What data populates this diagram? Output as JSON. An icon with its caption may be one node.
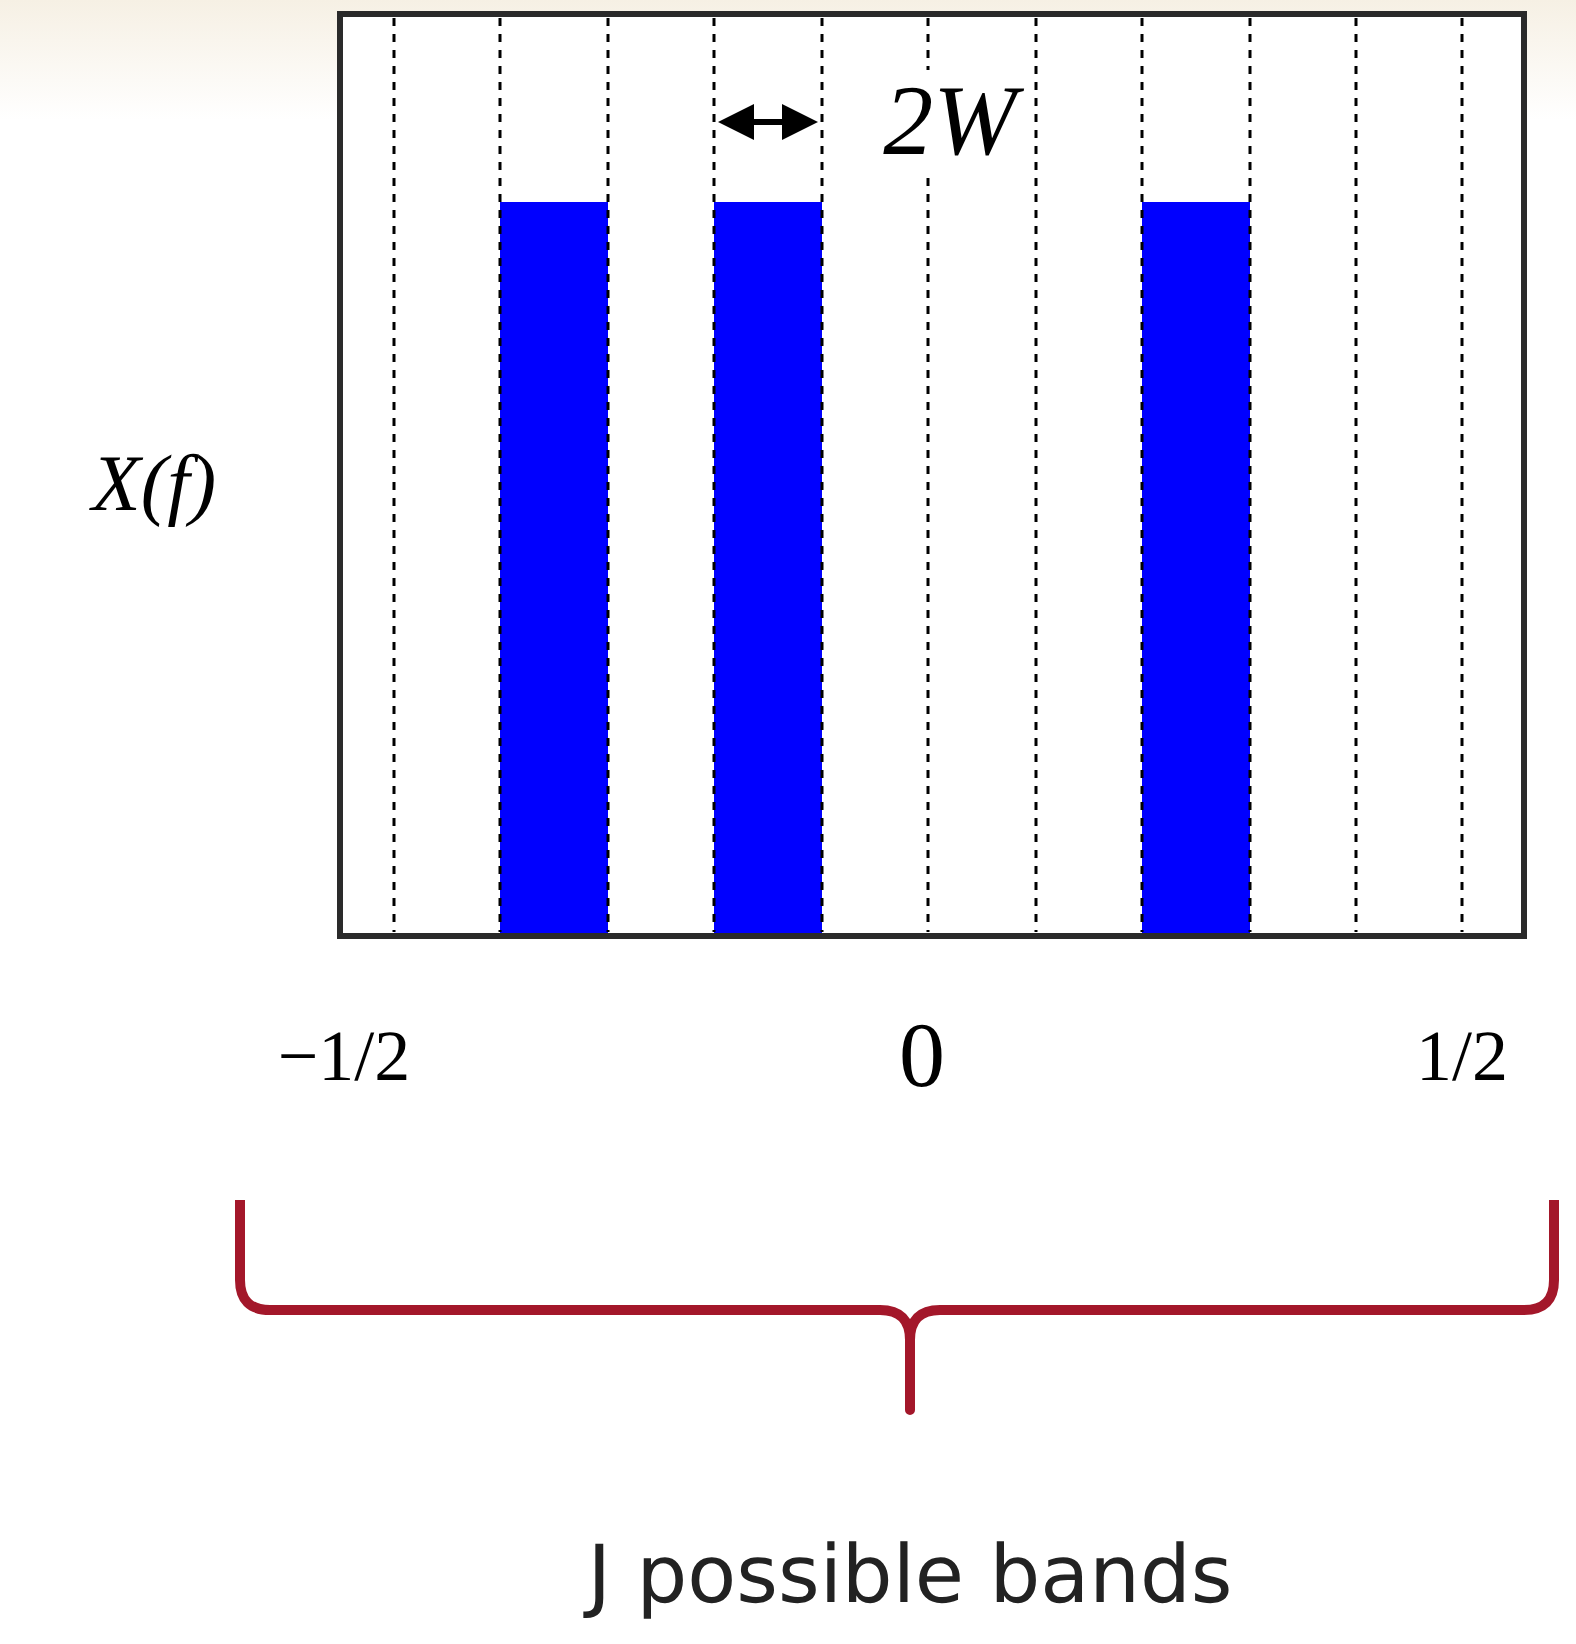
{
  "diagram": {
    "labels": [
      "2W",
      "X(f)",
      "−1/2",
      "0",
      "1/2",
      "J possible bands"
    ]
  }
}
